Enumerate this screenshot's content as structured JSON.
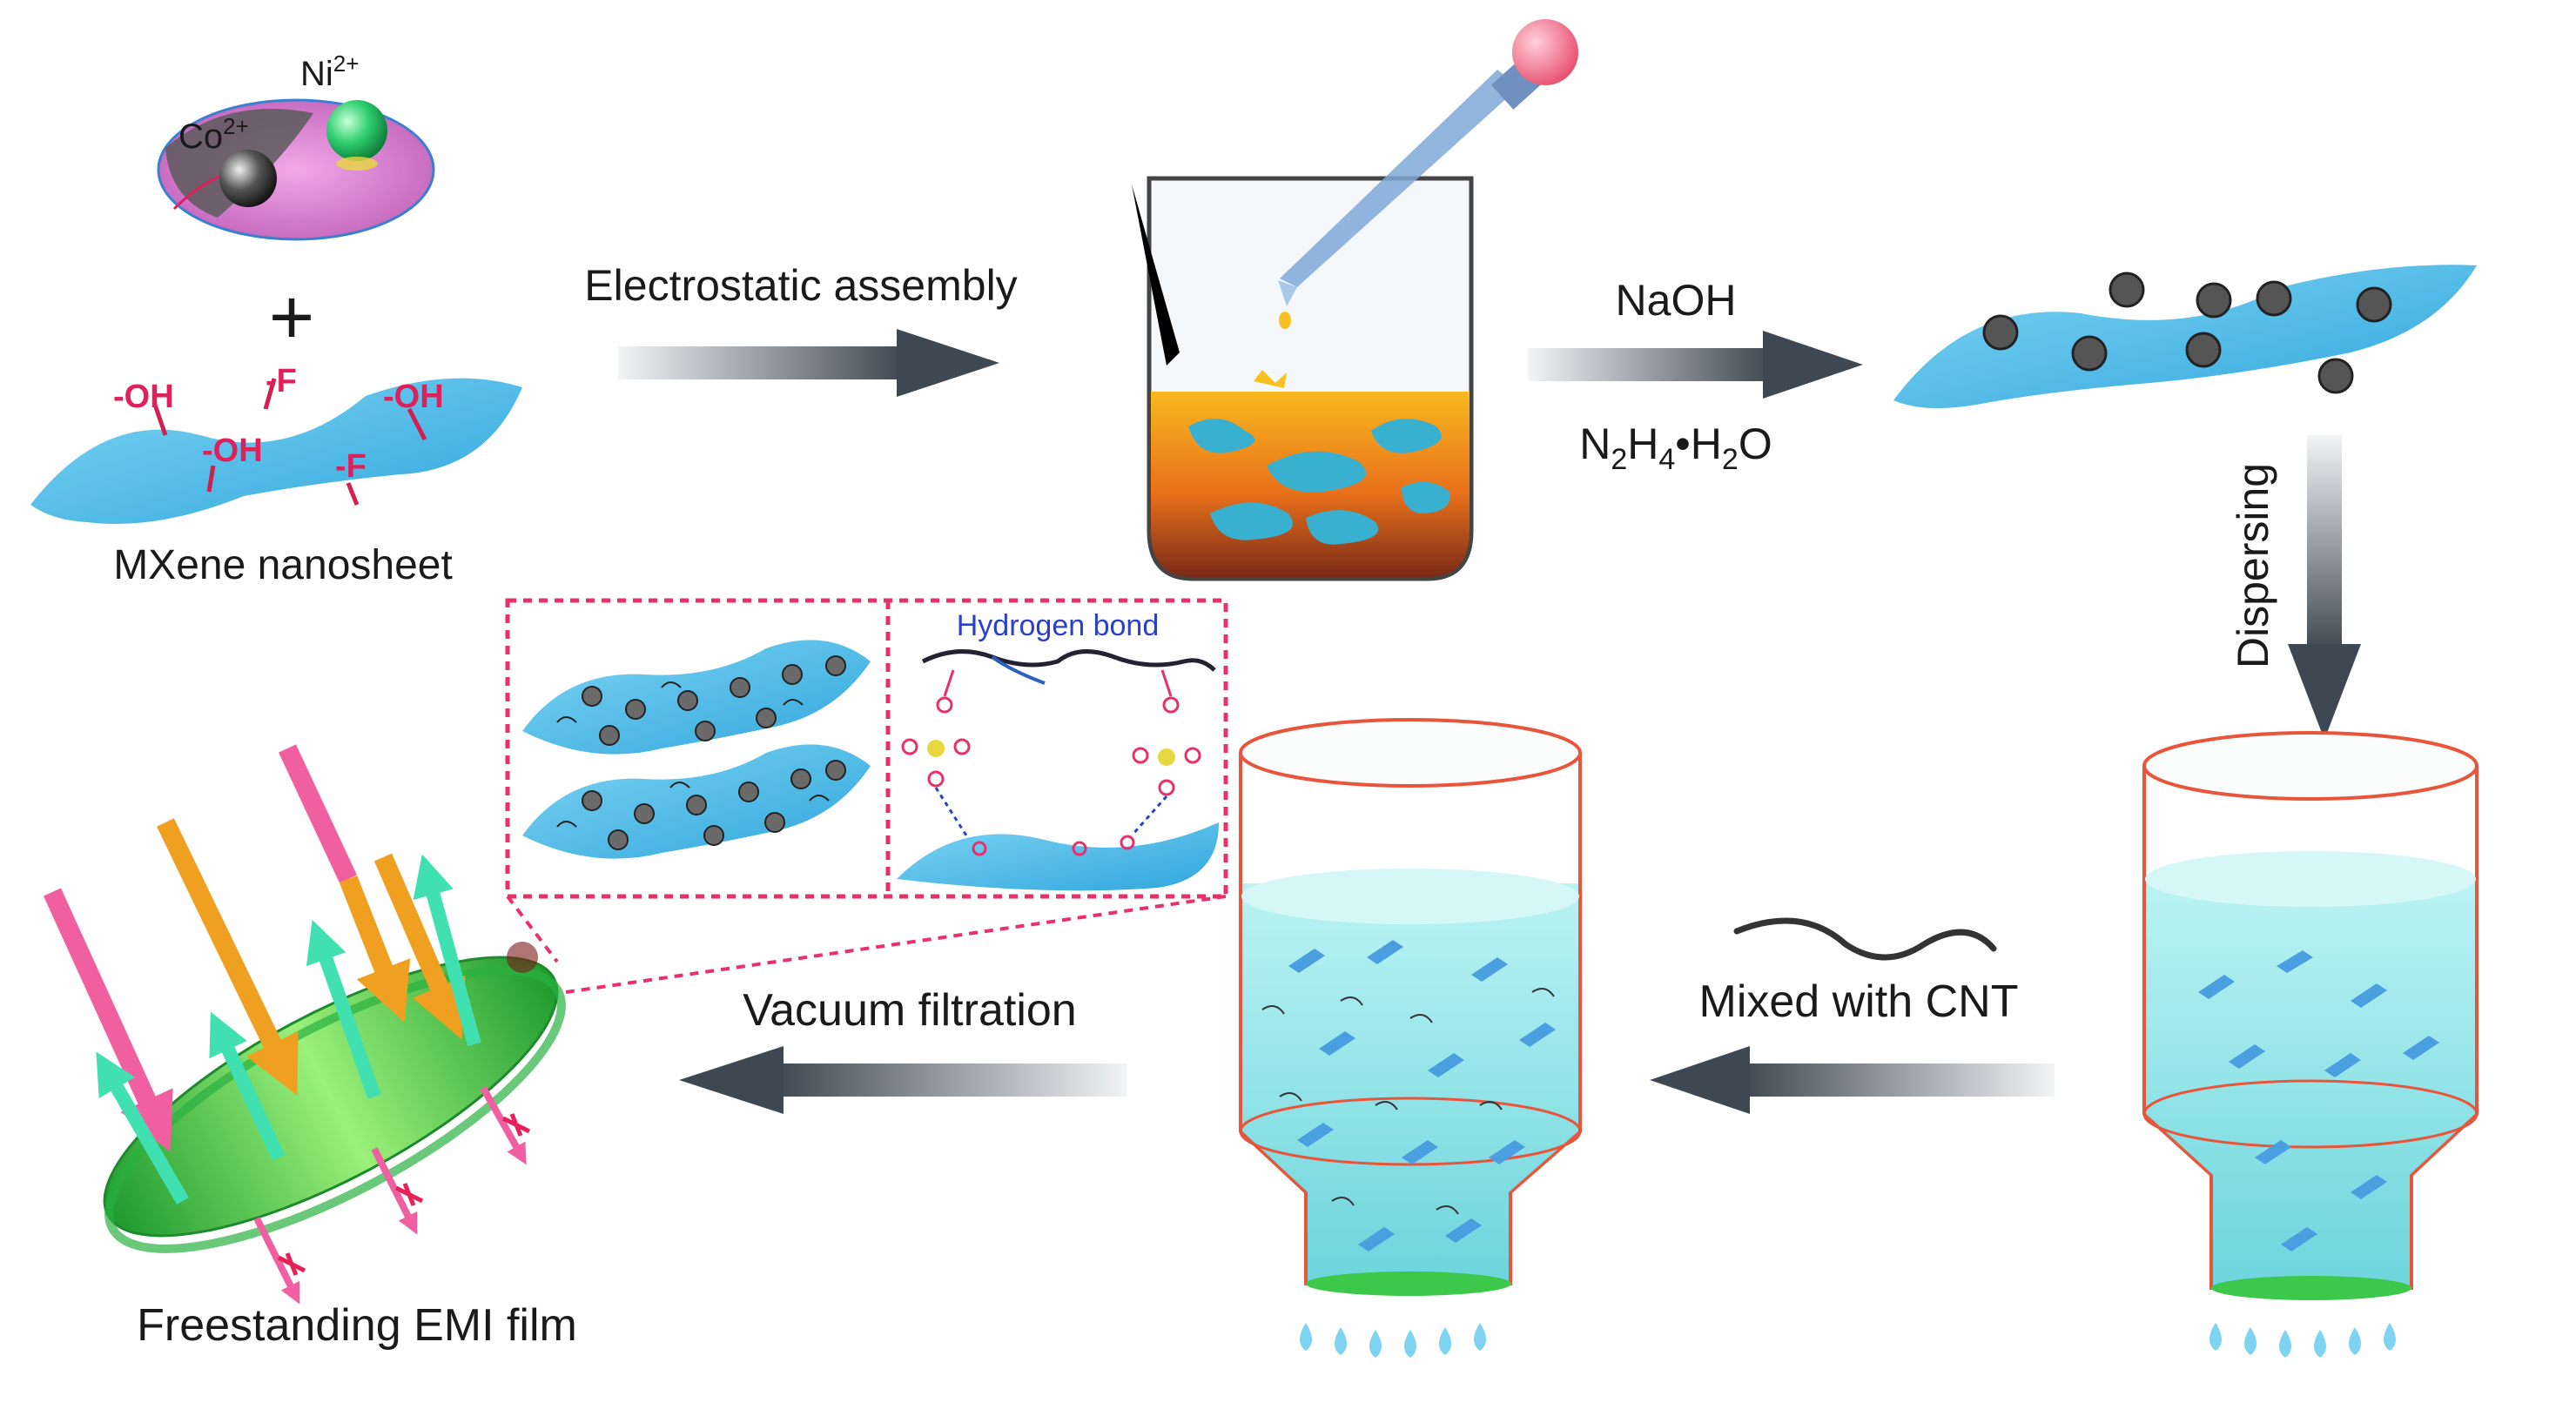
{
  "diagram": {
    "ions": {
      "nickel": "Ni",
      "nickel_charge": "2+",
      "cobalt": "Co",
      "cobalt_charge": "2+"
    },
    "plus_sign": "+",
    "groups": {
      "oh": "-OH",
      "f": "-F"
    },
    "labels": {
      "mxene": "MXene nanosheet",
      "electrostatic": "Electrostatic assembly",
      "naoh": "NaOH",
      "hydrazine_n": "N",
      "hydrazine_2": "2",
      "hydrazine_h": "H",
      "hydrazine_4": "4",
      "hydrazine_dot": "•H",
      "hydrazine_2b": "2",
      "hydrazine_o": "O",
      "dispersing": "Dispersing",
      "hydrogen_bond": "Hydrogen bond",
      "mixed_cnt": "Mixed with CNT",
      "vacuum": "Vacuum filtration",
      "film": "Freestanding EMI film"
    },
    "colors": {
      "mxene_blue": "#4ab8e8",
      "ion_green": "#2fcf6f",
      "ion_dark": "#3a3a3a",
      "oh_red": "#e0205a",
      "arrow_gray": "#4a5560",
      "funnel_red": "#e8553a",
      "solution_cyan": "#9ee8e8",
      "inset_pink": "#e8306a",
      "film_green": "#3cc84a",
      "incident_pink": "#f060a0",
      "incident_orange": "#f0a020",
      "reflect_teal": "#40e0b0"
    }
  }
}
